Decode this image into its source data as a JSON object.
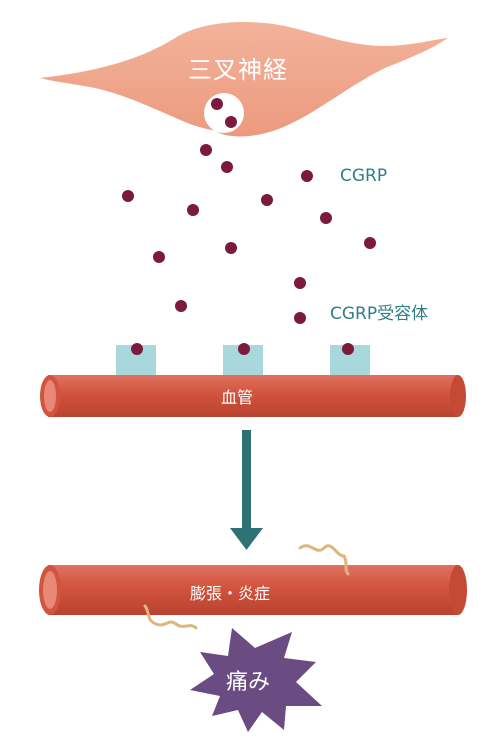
{
  "labels": {
    "nerve": "三叉神経",
    "cgrp": "CGRP",
    "receptor": "CGRP受容体",
    "vessel": "血管",
    "result": "膨張・炎症",
    "pain": "痛み"
  },
  "colors": {
    "nerve": "#efa083",
    "particle": "#7b1a3d",
    "receptor": "#a8d8db",
    "vessel": "#d2533e",
    "vessel_end": "#e07a68",
    "arrow": "#2e7276",
    "label_text": "#2f7f85",
    "squiggle": "#e0b57c",
    "pain": "#6a4b82"
  }
}
